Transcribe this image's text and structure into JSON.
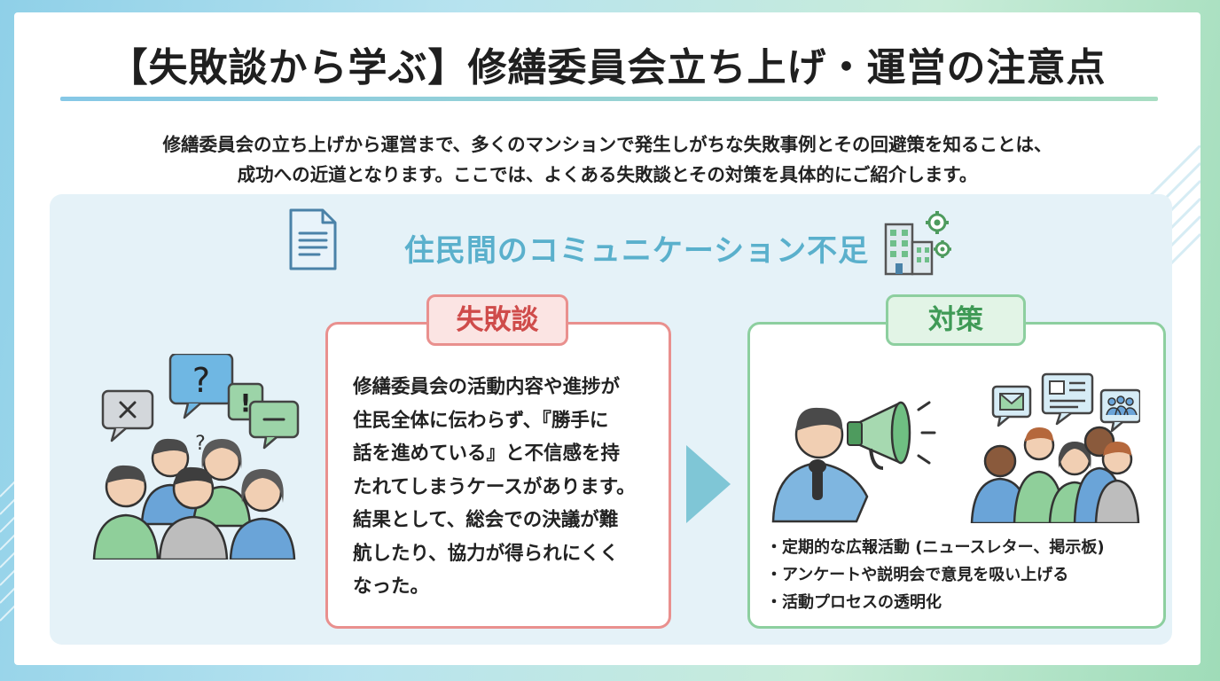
{
  "header": {
    "title": "【失敗談から学ぶ】修繕委員会立ち上げ・運営の注意点",
    "intro": [
      "修繕委員会の立ち上げから運営まで、多くのマンションで発生しがちな失敗事例とその回避策を知ることは、",
      "成功への近道となります。ここでは、よくある失敗談とその対策を具体的にご紹介します。"
    ]
  },
  "section": {
    "title": "住民間のコミュニケーション不足",
    "icons": [
      "document-icon",
      "building-gear-icon"
    ]
  },
  "failure": {
    "label": "失敗談",
    "lines": [
      "修繕委員会の活動内容や進捗が",
      "住民全体に伝わらず、『勝手に",
      "話を進めている』と不信感を持",
      "たれてしまうケースがあります。",
      "結果として、総会での決議が難",
      "航したり、協力が得られにくく",
      "なった。"
    ]
  },
  "measure": {
    "label": "対策",
    "items": [
      "定期的な広報活動 (ニュースレター、掲示板)",
      "アンケートや説明会で意見を吸い上げる",
      "活動プロセスの透明化"
    ]
  },
  "colors": {
    "failure_accent": "#e9908e",
    "failure_text": "#cf4b4a",
    "measure_accent": "#8dcf9f",
    "measure_text": "#3f9a56",
    "section_title": "#5ab0cc"
  }
}
